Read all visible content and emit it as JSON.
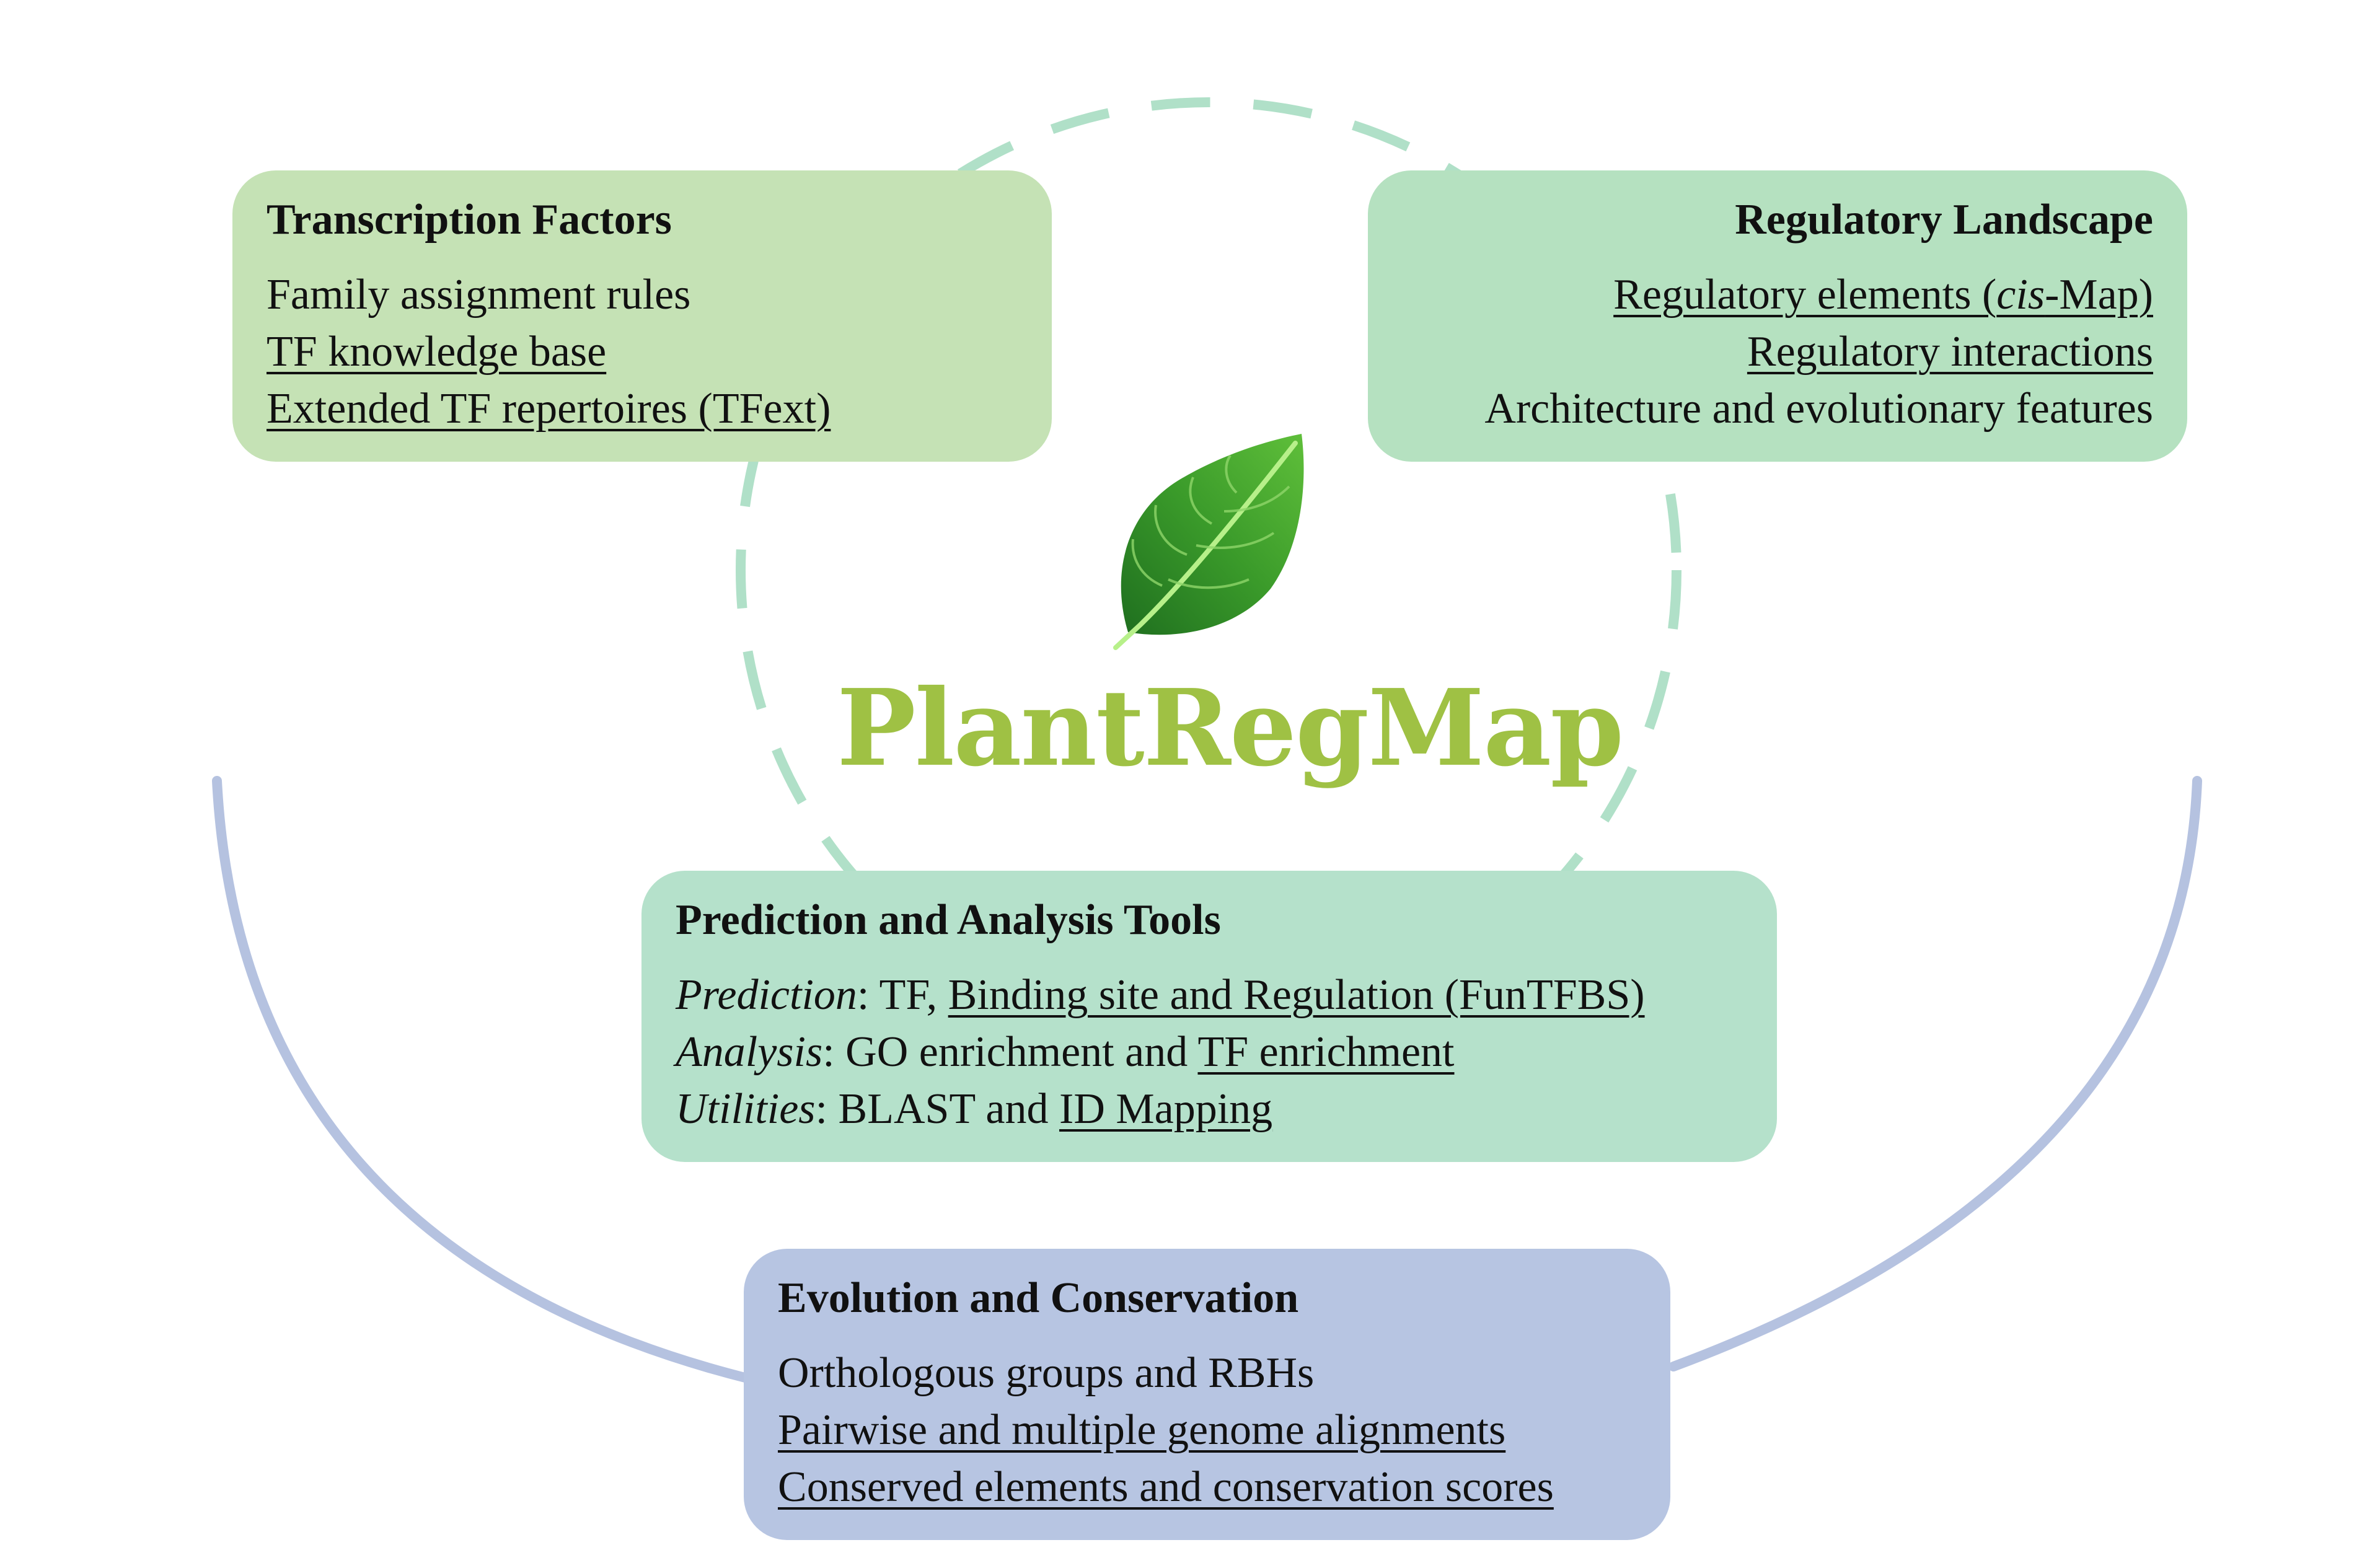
{
  "logo": {
    "title": "PlantRegMap",
    "title_color": "#9fc144",
    "icon": "leaf-icon"
  },
  "colors": {
    "tf_box": "#c5e2b5",
    "reg_box": "#b5e1c0",
    "tools_box": "#b5e1cb",
    "evo_box": "#b7c5e2",
    "dashed_circle": "#b0e0c8",
    "outer_arc": "#b5c2e0"
  },
  "transcription_factors": {
    "heading": "Transcription Factors",
    "items": [
      {
        "text": "Family assignment rules",
        "link": false
      },
      {
        "text": "TF knowledge base",
        "link": true
      },
      {
        "text": "Extended TF repertoires (TFext)",
        "link": true
      }
    ]
  },
  "regulatory_landscape": {
    "heading": "Regulatory Landscape",
    "items": [
      {
        "pre": "Regulatory elements (",
        "italic": "cis",
        "post": "-Map)",
        "link": true
      },
      {
        "text": "Regulatory interactions",
        "link": true
      },
      {
        "text": "Architecture and evolutionary features",
        "link": false
      }
    ]
  },
  "tools": {
    "heading": "Prediction and Analysis Tools",
    "rows": [
      {
        "label": "Prediction",
        "plain": ": TF, ",
        "link": "Binding site and Regulation (FunTFBS)"
      },
      {
        "label": "Analysis",
        "plain": ": GO enrichment and ",
        "link": "TF enrichment"
      },
      {
        "label": "Utilities",
        "plain": ": BLAST and ",
        "link": "ID Mapping"
      }
    ]
  },
  "evolution": {
    "heading": "Evolution and Conservation",
    "items": [
      {
        "text": "Orthologous groups and RBHs",
        "link": false
      },
      {
        "text": "Pairwise and multiple genome alignments",
        "link": true
      },
      {
        "text": "Conserved elements and conservation scores",
        "link": true
      }
    ]
  }
}
